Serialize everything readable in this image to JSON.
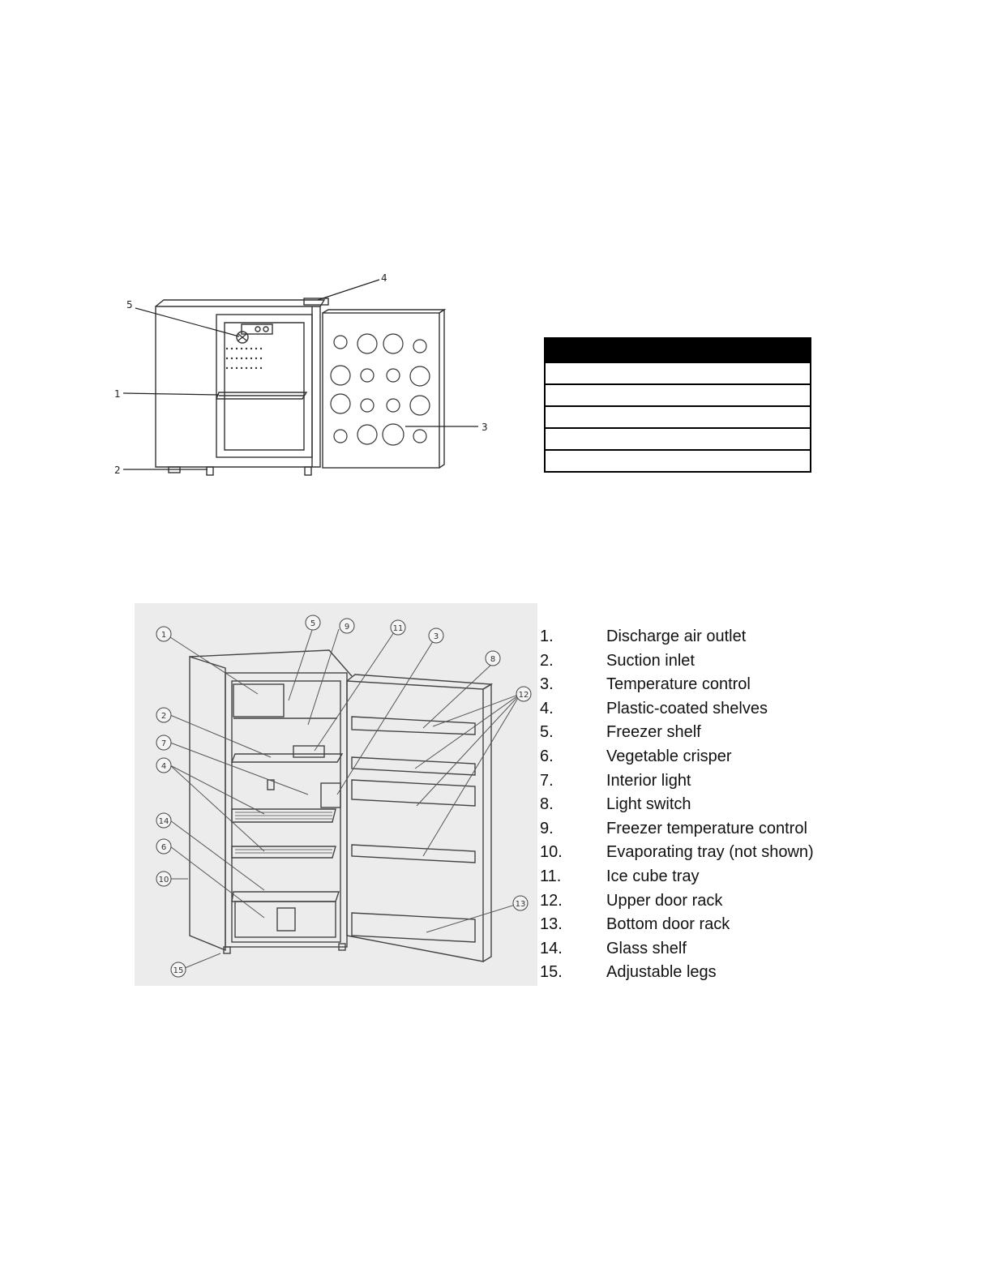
{
  "figure1": {
    "callouts": [
      "1",
      "2",
      "3",
      "4",
      "5"
    ]
  },
  "figure2": {
    "callouts": [
      "1",
      "2",
      "3",
      "4",
      "5",
      "6",
      "7",
      "8",
      "9",
      "10",
      "11",
      "12",
      "13",
      "14",
      "15"
    ]
  },
  "parts_table": {
    "header": "",
    "rows": [
      "",
      "",
      "",
      "",
      ""
    ]
  },
  "parts_list": [
    {
      "num": "1.",
      "label": "Discharge air outlet"
    },
    {
      "num": "2.",
      "label": "Suction inlet"
    },
    {
      "num": "3.",
      "label": "Temperature control"
    },
    {
      "num": "4.",
      "label": "Plastic-coated shelves"
    },
    {
      "num": "5.",
      "label": "Freezer shelf"
    },
    {
      "num": "6.",
      "label": "Vegetable crisper"
    },
    {
      "num": "7.",
      "label": "Interior light"
    },
    {
      "num": "8.",
      "label": "Light switch"
    },
    {
      "num": "9.",
      "label": "Freezer temperature control"
    },
    {
      "num": "10.",
      "label": "Evaporating tray (not shown)"
    },
    {
      "num": "11.",
      "label": "Ice cube tray"
    },
    {
      "num": "12.",
      "label": "Upper door rack"
    },
    {
      "num": "13.",
      "label": "Bottom door rack"
    },
    {
      "num": "14.",
      "label": "Glass shelf"
    },
    {
      "num": "15.",
      "label": "Adjustable legs"
    }
  ]
}
